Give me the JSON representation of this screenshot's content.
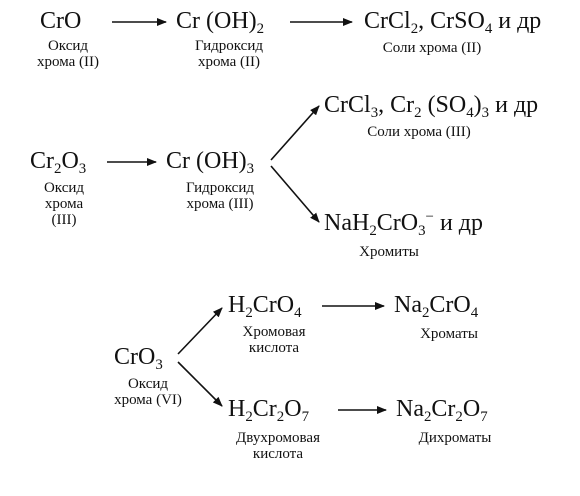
{
  "row1": {
    "cro": {
      "main": "CrO"
    },
    "cro_caption": [
      "Оксид",
      "хрома (II)"
    ],
    "croh2": {
      "a": "Cr (OH)",
      "s": "2"
    },
    "croh2_caption": [
      "Гидроксид",
      "хрома (II)"
    ],
    "salts": {
      "a": "CrCl",
      "s1": "2",
      "b": ", CrSO",
      "s2": "4",
      "c": " и др"
    },
    "salts_caption": "Соли хрома (II)"
  },
  "row2": {
    "cr2o3": {
      "a": "Cr",
      "s1": "2",
      "b": "O",
      "s2": "3"
    },
    "cr2o3_caption": [
      "Оксид",
      "хрома",
      "(III)"
    ],
    "croh3": {
      "a": "Cr (OH)",
      "s": "3"
    },
    "croh3_caption": [
      "Гидроксид",
      "хрома (III)"
    ],
    "salts3": {
      "a": "CrCl",
      "s1": "3",
      "b": ", Cr",
      "s2": "2",
      "c": " (SO",
      "s3": "4",
      "d": ")",
      "s4": "3",
      "e": " и др"
    },
    "salts3_caption": "Соли хрома (III)",
    "chromite": {
      "a": "NaH",
      "s1": "2",
      "b": "CrO",
      "s2": "3",
      "sup": "−",
      "c": "  и др"
    },
    "chromite_caption": "Хромиты"
  },
  "row3": {
    "cro3": {
      "a": "CrO",
      "s": "3"
    },
    "cro3_caption": [
      "Оксид",
      "хрома (VI)"
    ],
    "h2cro4": {
      "a": "H",
      "s1": "2",
      "b": "CrO",
      "s2": "4"
    },
    "h2cro4_caption": [
      "Хромовая",
      "кислота"
    ],
    "na2cro4": {
      "a": "Na",
      "s1": "2",
      "b": "CrO",
      "s2": "4"
    },
    "na2cro4_caption": "Хроматы",
    "h2cr2o7": {
      "a": "H",
      "s1": "2",
      "b": "Cr",
      "s2": "2",
      "c": "O",
      "s3": "7"
    },
    "h2cr2o7_caption": [
      "Двухромовая",
      "кислота"
    ],
    "na2cr2o7": {
      "a": "Na",
      "s1": "2",
      "b": "Cr",
      "s2": "2",
      "c": "O",
      "s3": "7"
    },
    "na2cr2o7_caption": "Дихроматы"
  }
}
